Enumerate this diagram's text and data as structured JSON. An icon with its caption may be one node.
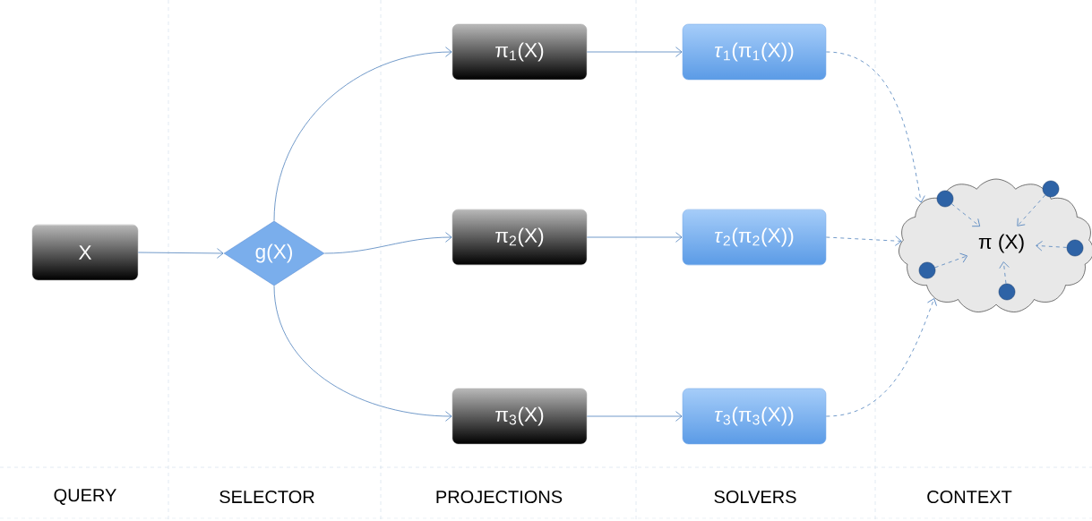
{
  "diagram": {
    "nodes": [
      {
        "text": [
          "X"
        ]
      },
      {
        "text": [
          "g(X)"
        ]
      },
      {
        "text": [
          "π$_{1}$(X)"
        ]
      },
      {
        "text": [
          "π$_{2}$(X)"
        ]
      },
      {
        "text": [
          "π$_{3}$(X)"
        ]
      },
      {
        "text": [
          "*τ*$_{1}$(π$_{1}$(X))"
        ]
      },
      {
        "text": [
          "*τ*$_{2}$(π$_{2}$(X))"
        ]
      },
      {
        "text": [
          "*τ*$_{3}$(π$_{3}$(X))"
        ]
      },
      {
        "text": [],
        "shape": "cloud"
      },
      {
        "text": [
          "π (X)"
        ],
        "in": 8
      },
      {
        "text": [],
        "shape": "circle",
        "in": 8
      },
      {
        "text": [],
        "shape": "circle",
        "in": 8
      },
      {
        "text": [],
        "shape": "circle",
        "in": 8
      },
      {
        "text": [],
        "shape": "circle",
        "in": 8
      },
      {
        "text": [],
        "shape": "circle",
        "in": 8
      }
    ],
    "edges": [
      {
        "from": 0,
        "to": 1,
        "arrow": "to"
      },
      {
        "from": 1,
        "to": 2,
        "arrow": "to"
      },
      {
        "from": 1,
        "to": 3,
        "arrow": "to"
      },
      {
        "from": 1,
        "to": 4,
        "arrow": "to"
      },
      {
        "from": 2,
        "to": 5,
        "arrow": "to"
      },
      {
        "from": 3,
        "to": 6,
        "arrow": "to"
      },
      {
        "from": 4,
        "to": 7,
        "arrow": "to"
      },
      {
        "from": 5,
        "to": 8,
        "arrow": "to",
        "style": "dashed"
      },
      {
        "from": 6,
        "to": 8,
        "arrow": "to",
        "style": "dashed"
      },
      {
        "from": 7,
        "to": 8,
        "arrow": "to",
        "style": "dashed"
      },
      {
        "from": 10,
        "to": 9,
        "arrow": "to",
        "style": "dashed"
      },
      {
        "from": 11,
        "to": 9,
        "arrow": "to",
        "style": "dashed"
      },
      {
        "from": 12,
        "to": 9,
        "arrow": "to",
        "style": "dashed"
      },
      {
        "from": 13,
        "to": 9,
        "arrow": "to",
        "style": "dashed"
      },
      {
        "from": 14,
        "to": 9,
        "arrow": "to",
        "style": "dashed"
      }
    ],
    "labels": [
      "QUERY",
      "SELECTOR",
      "PROJECTIONS",
      "SOLVERS",
      "CONTEXT"
    ]
  }
}
